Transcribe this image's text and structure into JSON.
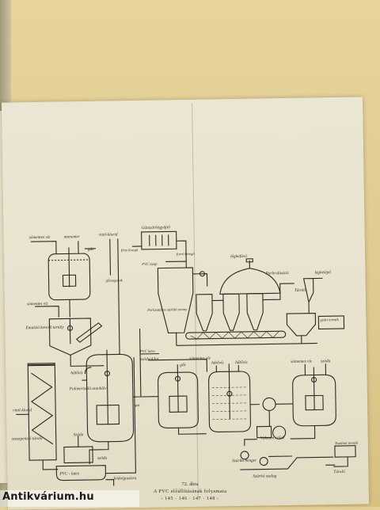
{
  "figure": {
    "number": "72. ábra",
    "title": "A PVC előállításának folyamata",
    "pages": "- 145 · 146 · 147 · 148 -"
  },
  "watermark": "Antikvárium.hu",
  "labels": {
    "szamentes_viz_1": "sómentes víz",
    "monomer": "monomer",
    "vinilklorid_top": "vinil-klorid",
    "gaz": "gáz",
    "frissgoz": "friss gőz",
    "gozsugarak": "gőzsugarak",
    "gazszaritogyujto": "Gázszárítógyűjtő",
    "friss_levego": "friss levegő",
    "forro_levego": "forró levegő",
    "pvc_iszap": "PVC iszap",
    "legbefuvo": "légbefúvó",
    "porleolvaszto": "Porleválasztó",
    "legbelepo": "légbelépő",
    "tarolo": "Tároló",
    "gyartermek": "gyári termék",
    "szamentes_viz_2": "sómentes víz",
    "emulzio_kevero": "Emulzió keverő tartály",
    "hutoviz_1": "hűtővíz",
    "polimerizalo_autokl": "Polimerizáló autokláv",
    "kigozolo": "kigőzölő",
    "vinilklorid_left": "vinil-klorid",
    "pvc_latex": "PVC latex",
    "vizeltavolitas": "Víz eltávolítás",
    "porlasztvas_szaritas": "Porlasztásos szárító torony",
    "szusszpenzio_tarolo": "szuszpenzió tároló",
    "szoda": "Szóda",
    "szoda2": "szóda",
    "pvc_tartaly": "PVC - latex",
    "feldolgozasra": "feldolgozásra",
    "szodaoldat": "szódaoldat",
    "gozl": "gőz",
    "szamentes_viz_3": "sómentes víz",
    "hutoviz_2": "hűtővíz",
    "hutoviz_3": "hűtővíz",
    "szamentes_viz_4": "sómentes víz",
    "szoda_kiegeszit": "szóda",
    "vakuum_szuro": "Vákuum szűrő",
    "sodrata_henger": "Szárító henger",
    "szarito_szalag": "Szárító szalag",
    "tisztitott_termek": "Tisztított termék",
    "tarolo2": "Tároló",
    "gaz2": "gáz",
    "latex": "latex",
    "monomer2": "monomer"
  }
}
